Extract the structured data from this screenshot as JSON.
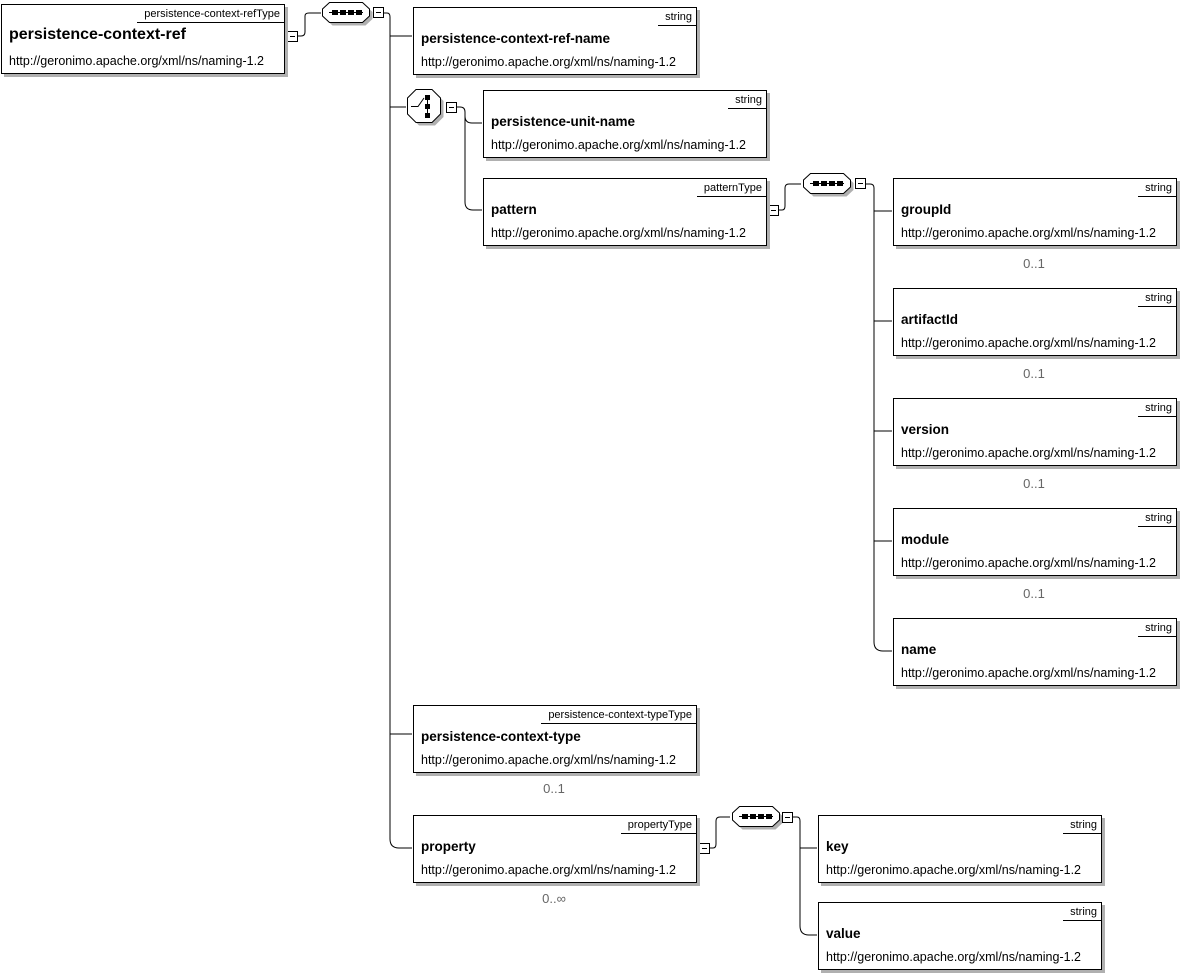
{
  "nodes": [
    {
      "name": "persistence-context-ref",
      "type": "persistence-context-refType",
      "namespace": "http://geronimo.apache.org/xml/ns/naming-1.2"
    },
    {
      "name": "persistence-context-ref-name",
      "type": "string",
      "namespace": "http://geronimo.apache.org/xml/ns/naming-1.2"
    },
    {
      "name": "persistence-unit-name",
      "type": "string",
      "namespace": "http://geronimo.apache.org/xml/ns/naming-1.2"
    },
    {
      "name": "pattern",
      "type": "patternType",
      "namespace": "http://geronimo.apache.org/xml/ns/naming-1.2"
    },
    {
      "name": "groupId",
      "type": "string",
      "namespace": "http://geronimo.apache.org/xml/ns/naming-1.2",
      "cardinality": "0..1"
    },
    {
      "name": "artifactId",
      "type": "string",
      "namespace": "http://geronimo.apache.org/xml/ns/naming-1.2",
      "cardinality": "0..1"
    },
    {
      "name": "version",
      "type": "string",
      "namespace": "http://geronimo.apache.org/xml/ns/naming-1.2",
      "cardinality": "0..1"
    },
    {
      "name": "module",
      "type": "string",
      "namespace": "http://geronimo.apache.org/xml/ns/naming-1.2",
      "cardinality": "0..1"
    },
    {
      "name": "name",
      "type": "string",
      "namespace": "http://geronimo.apache.org/xml/ns/naming-1.2"
    },
    {
      "name": "persistence-context-type",
      "type": "persistence-context-typeType",
      "namespace": "http://geronimo.apache.org/xml/ns/naming-1.2",
      "cardinality": "0..1"
    },
    {
      "name": "property",
      "type": "propertyType",
      "namespace": "http://geronimo.apache.org/xml/ns/naming-1.2",
      "cardinality": "0..∞"
    },
    {
      "name": "key",
      "type": "string",
      "namespace": "http://geronimo.apache.org/xml/ns/naming-1.2"
    },
    {
      "name": "value",
      "type": "string",
      "namespace": "http://geronimo.apache.org/xml/ns/naming-1.2"
    }
  ],
  "icons": {
    "sequence": "sequence-icon",
    "choice": "choice-icon",
    "expander": "collapse-expander-icon"
  },
  "colors": {
    "background": "#ffffff",
    "line": "#000000",
    "box_border": "#000000",
    "box_fill": "#ffffff",
    "shadow": "#b0b0b0",
    "text": "#000000",
    "cardinality_text": "#666666"
  }
}
